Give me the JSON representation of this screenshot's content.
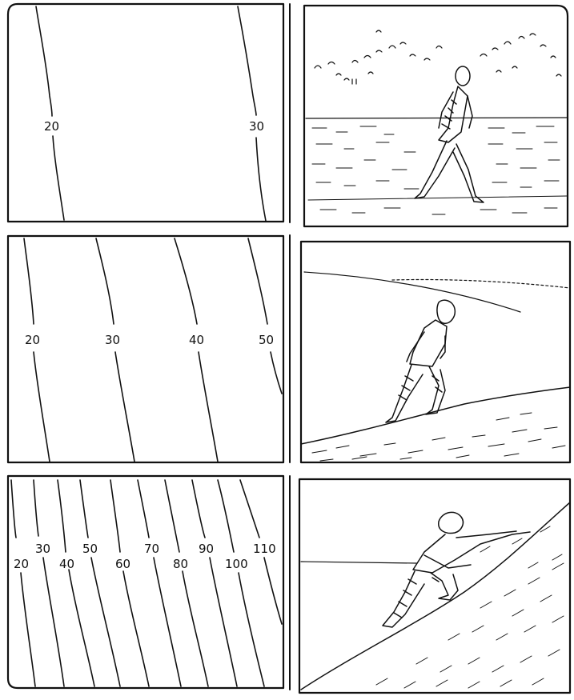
{
  "panels": [
    {
      "contour_labels": [
        "20",
        "30"
      ],
      "slope": "gentle"
    },
    {
      "contour_labels": [
        "20",
        "30",
        "40",
        "50"
      ],
      "slope": "moderate"
    },
    {
      "contour_labels": [
        "20",
        "30",
        "40",
        "50",
        "60",
        "70",
        "80",
        "90",
        "100",
        "110"
      ],
      "slope": "steep"
    }
  ],
  "colors": {
    "ink": "#111111",
    "paper": "#ffffff"
  }
}
